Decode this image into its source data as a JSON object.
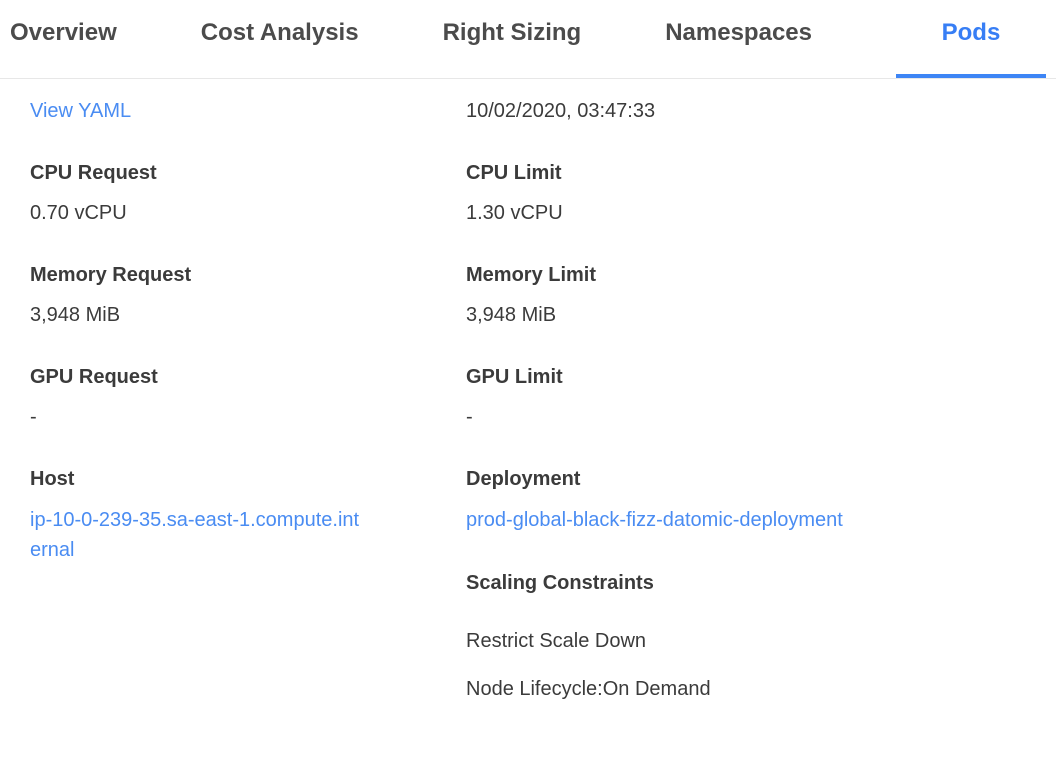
{
  "tabs": [
    {
      "label": "Overview",
      "active": false
    },
    {
      "label": "Cost Analysis",
      "active": false
    },
    {
      "label": "Right Sizing",
      "active": false
    },
    {
      "label": "Namespaces",
      "active": false
    },
    {
      "label": "Pods",
      "active": true
    }
  ],
  "colors": {
    "active_tab": "#377ef5",
    "tab_underline": "#3d85f5",
    "link": "#4a8cf2",
    "text": "#3b3b3b",
    "divider": "#e7e7e7"
  },
  "actions": {
    "view_yaml": "View YAML"
  },
  "timestamp": "10/02/2020, 03:47:33",
  "fields": {
    "cpu_request": {
      "label": "CPU Request",
      "value": "0.70 vCPU"
    },
    "cpu_limit": {
      "label": "CPU Limit",
      "value": "1.30 vCPU"
    },
    "memory_request": {
      "label": "Memory Request",
      "value": "3,948 MiB"
    },
    "memory_limit": {
      "label": "Memory Limit",
      "value": "3,948 MiB"
    },
    "gpu_request": {
      "label": "GPU Request",
      "value": "-"
    },
    "gpu_limit": {
      "label": "GPU Limit",
      "value": "-"
    },
    "host": {
      "label": "Host",
      "value": "ip-10-0-239-35.sa-east-1.compute.internal"
    },
    "deployment": {
      "label": "Deployment",
      "value": "prod-global-black-fizz-datomic-deployment"
    }
  },
  "scaling_constraints": {
    "label": "Scaling Constraints",
    "items": [
      "Restrict Scale Down",
      "Node Lifecycle:On Demand"
    ]
  }
}
